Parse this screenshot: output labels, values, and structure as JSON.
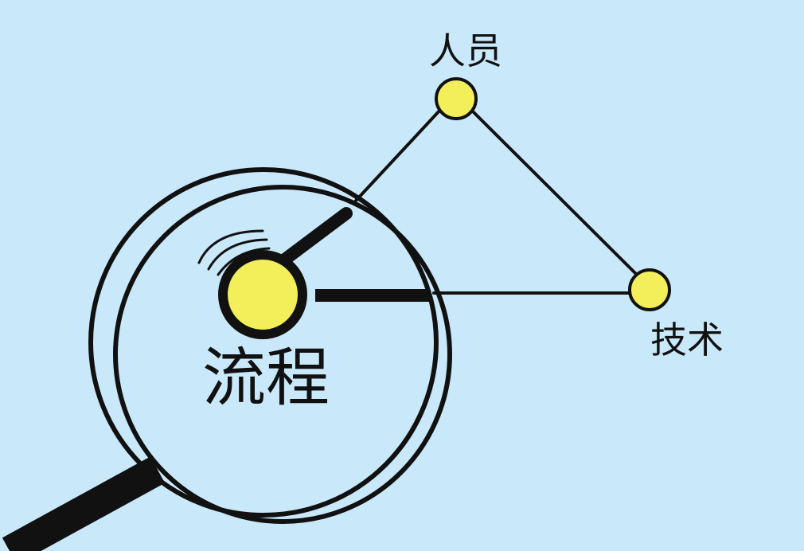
{
  "colors": {
    "background": "#c9e9fb",
    "node_fill": "#f2ef5a",
    "stroke": "#111111"
  },
  "labels": {
    "personnel": "人员",
    "technology": "技术",
    "process": "流程"
  },
  "icons": {
    "magnifier": "magnifying-glass-icon",
    "glint": "lens-glint-icon"
  }
}
